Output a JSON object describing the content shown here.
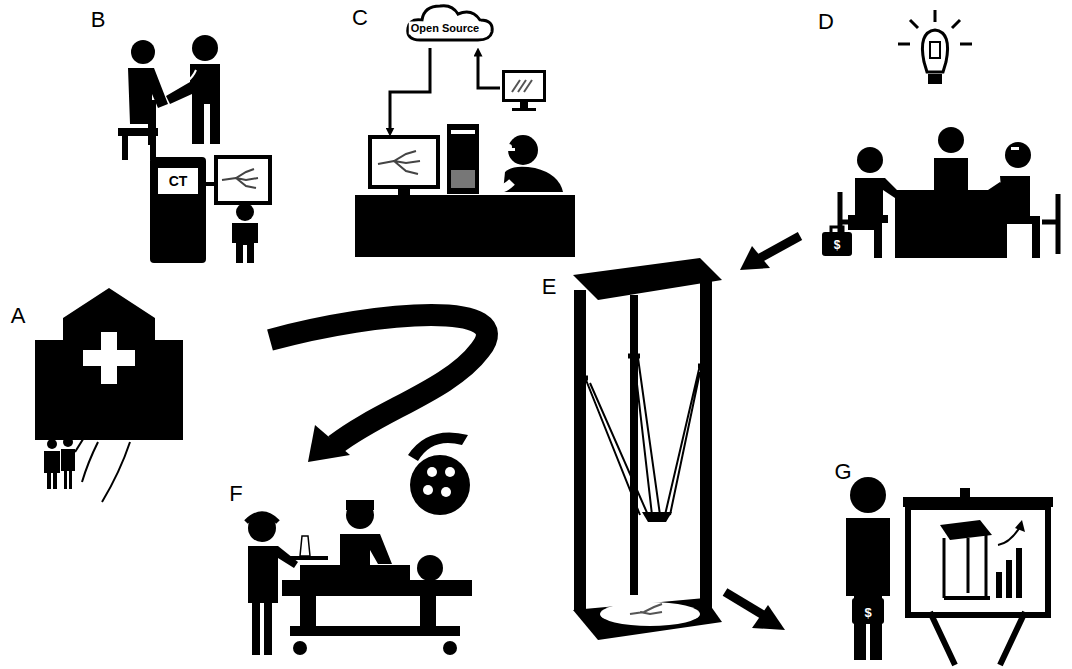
{
  "diagram": {
    "labels": [
      "B",
      "C",
      "D",
      "A",
      "E",
      "F",
      "G",
      "CT",
      "Open Source",
      "$",
      "$"
    ]
  }
}
